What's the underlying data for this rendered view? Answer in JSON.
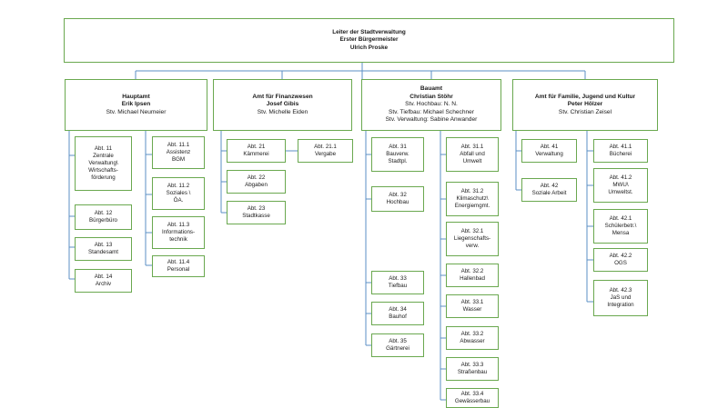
{
  "colors": {
    "border": "#6aa84f",
    "line": "#5b8fc4"
  },
  "leiter": {
    "l1": "Leiter der Stadtverwaltung",
    "l2": "Erster Bürgermeister",
    "l3": "Ulrich Proske"
  },
  "haupt": {
    "l1": "Hauptamt",
    "l2": "Erik Ipsen",
    "l3": "Stv. Michael Neumeier"
  },
  "finanz": {
    "l1": "Amt für Finanzwesen",
    "l2": "Josef Gibis",
    "l3": "Stv. Michelle Eiden"
  },
  "bau": {
    "l1": "Bauamt",
    "l2": "Christian Stöhr",
    "l3": "Stv. Hochbau: N. N.",
    "l4": "Stv. Tiefbau: Michael Schechner",
    "l5": "Stv. Verwaltung: Sabine Anwander"
  },
  "familie": {
    "l1": "Amt für Familie, Jugend und Kultur",
    "l2": "Peter Hölzer",
    "l3": "Stv. Christian Zeisel"
  },
  "abt": {
    "a11": "Abt. 11\nZentrale\nVerwaltung\\\nWirtschafts-\nförderung",
    "a12": "Abt. 12\nBürgerbüro",
    "a13": "Abt. 13\nStandesamt",
    "a14": "Abt. 14\nArchiv",
    "a111": "Abt. 11.1\nAssistenz\nBGM",
    "a112": "Abt. 11.2\nSoziales \\\nÖA.",
    "a113": "Abt. 11.3\nInformations-\ntechnik",
    "a114": "Abt. 11.4\nPersonal",
    "a21": "Abt. 21\nKämmerei",
    "a211": "Abt. 21.1\nVergabe",
    "a22": "Abt. 22\nAbgaben",
    "a23": "Abt. 23\nStadtkasse",
    "a31": "Abt. 31\nBauverw.\nStadtpl.",
    "a32": "Abt. 32\nHochbau",
    "a33": "Abt. 33\nTiefbau",
    "a34": "Abt. 34\nBauhof",
    "a35": "Abt. 35\nGärtnerei",
    "a311": "Abt. 31.1\nAbfall und\nUmwelt",
    "a312": "Abt. 31.2\nKlimaschutz\\\nEnergiemgmt.",
    "a321": "Abt. 32.1\nLiegenschafts-\nverw.",
    "a322": "Abt. 32.2\nHallenbad",
    "a331": "Abt. 33.1\nWasser",
    "a332": "Abt. 33.2\nAbwasser",
    "a333": "Abt. 33.3\nStraßenbau",
    "a334": "Abt. 33.4\nGewässerbau",
    "a41": "Abt. 41\nVerwaltung",
    "a42": "Abt. 42\nSoziale Arbeit",
    "a411": "Abt. 41.1\nBücherei",
    "a412": "Abt. 41.2\nMWU\\\nUmweltst.",
    "a421": "Abt. 42.1\nSchülerbetr.\\\nMensa",
    "a422": "Abt. 42.2\nOGS",
    "a423": "Abt. 42.3\nJaS und\nIntegration"
  }
}
